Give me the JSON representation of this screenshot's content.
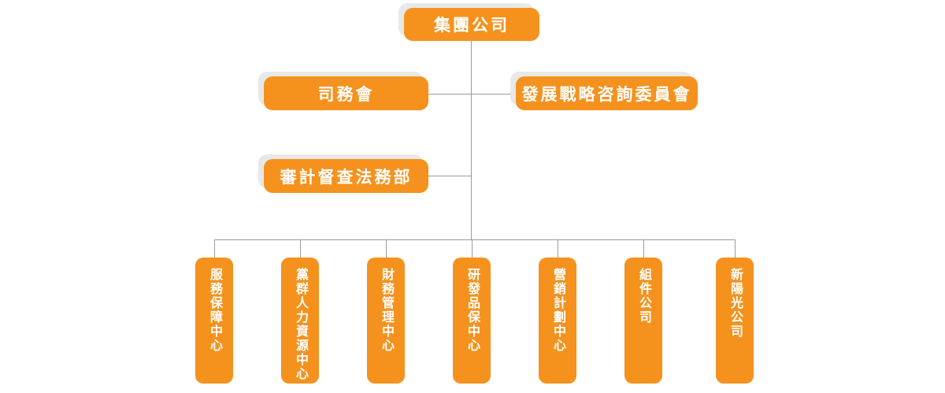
{
  "diagram": {
    "type": "org-chart",
    "root": {
      "label": "集團公司"
    },
    "committees": [
      {
        "label": "司務會"
      },
      {
        "label": "發展戰略咨詢委員會"
      }
    ],
    "staff_department": {
      "label": "審計督查法務部"
    },
    "departments": [
      {
        "label": "服務保障中心"
      },
      {
        "label": "黨群人力資源中心"
      },
      {
        "label": "財務管理中心"
      },
      {
        "label": "研發品保中心"
      },
      {
        "label": "營銷計劃中心"
      },
      {
        "label": "組件公司"
      },
      {
        "label": "新陽光公司"
      }
    ],
    "colors": {
      "node_fill": "#F5921E",
      "node_text": "#FFFFFF",
      "node_shadow": "#E8E8E8",
      "connector": "#9B9B9B",
      "background": "#FFFFFF"
    }
  }
}
